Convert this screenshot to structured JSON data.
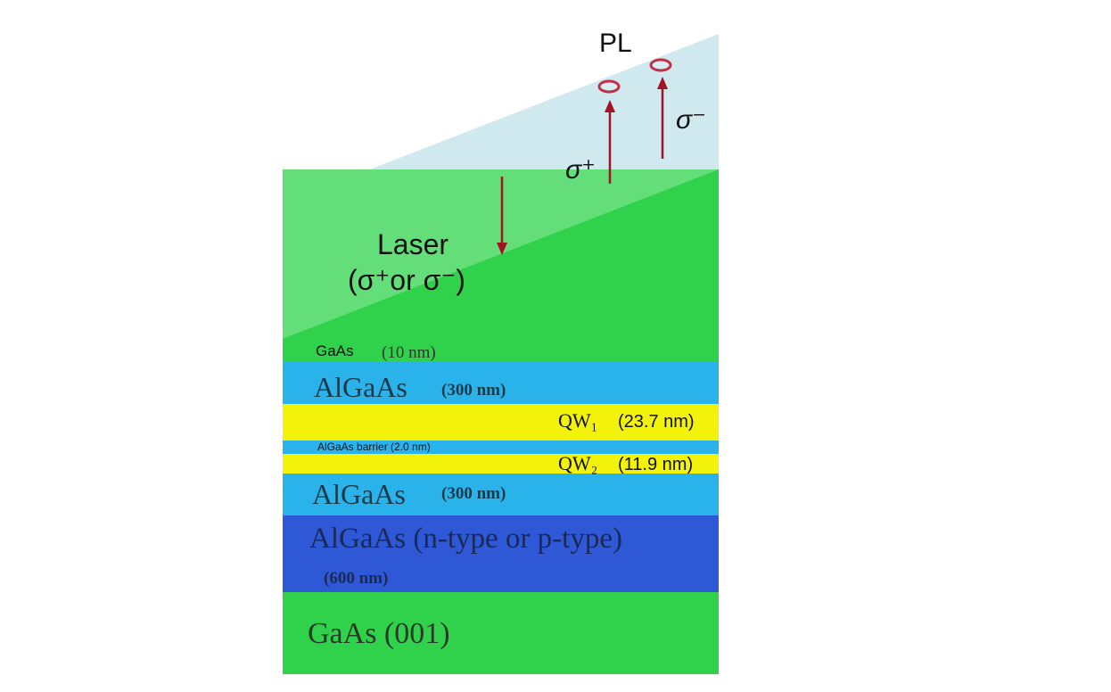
{
  "colors": {
    "substrate_green": "#2fd24a",
    "light_beam": "#cfe9ef",
    "algaas_light_blue": "#2ab3ea",
    "algaas_dark_blue": "#2e58d6",
    "quantum_well_yellow": "#f2f20a",
    "arrow_red": "#a01424",
    "pl_ring": "#c0304a"
  },
  "labels": {
    "pl": "PL",
    "sigma_minus": "σ⁻",
    "sigma_plus": "σ⁺",
    "laser_line1": "Laser",
    "laser_line2": "(σ⁺or σ⁻)",
    "gaas_cap_name": "GaAs",
    "gaas_cap_thickness": "(10 nm)",
    "algaas_top_name": "AlGaAs",
    "algaas_top_thickness": "(300 nm)",
    "qw1_name": "QW₁",
    "qw1_thickness": "(23.7 nm)",
    "barrier": "AlGaAs barrier (2.0 nm)",
    "qw2_name": "QW₂",
    "qw2_thickness": "(11.9 nm)",
    "algaas_bottom_name": "AlGaAs",
    "algaas_bottom_thickness": "(300 nm)",
    "algaas_doped": "AlGaAs (n-type or p-type)",
    "algaas_doped_thickness": "(600 nm)",
    "substrate": "GaAs (001)"
  }
}
